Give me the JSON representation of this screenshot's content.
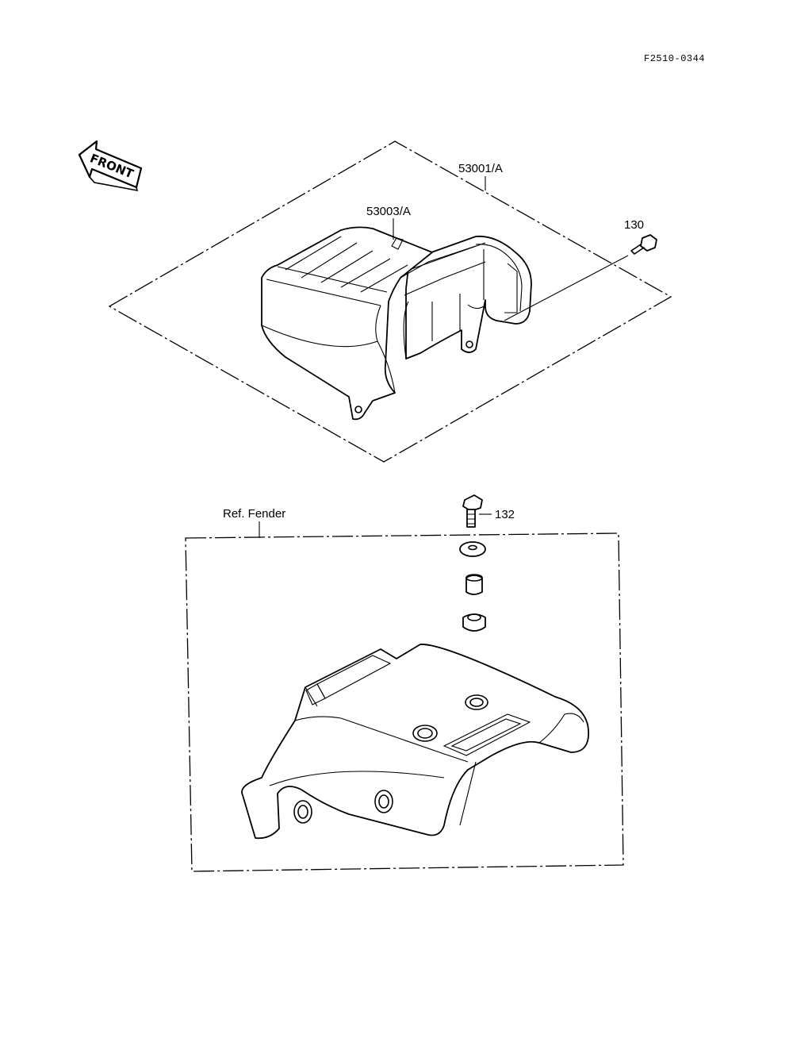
{
  "diagram": {
    "figure_code": "F2510-0344",
    "front_label": "FRONT",
    "parts": {
      "seat_assembly": "53001/A",
      "seat_cover": "53003/A",
      "bolt_front": "130",
      "bolt_rear": "132",
      "fender_ref": "Ref. Fender"
    }
  }
}
